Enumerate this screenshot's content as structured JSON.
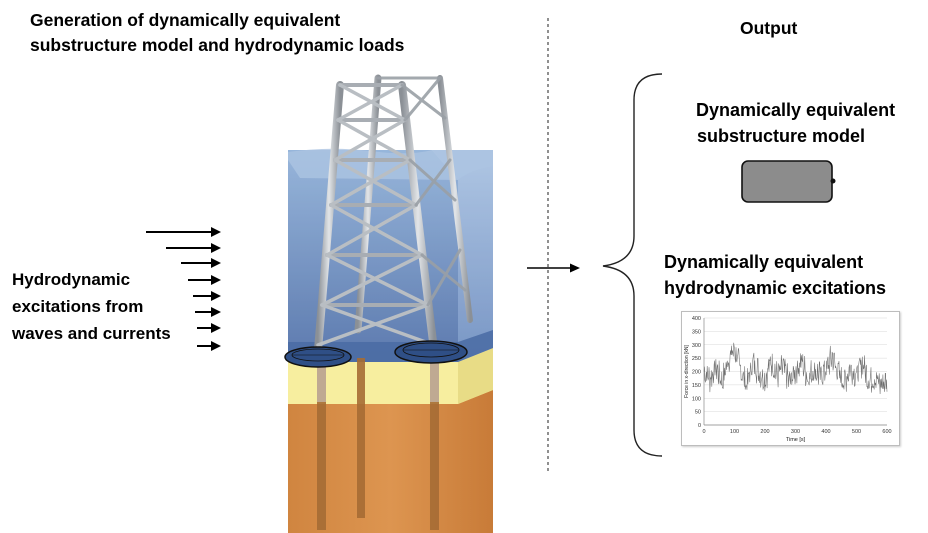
{
  "title": {
    "line1": "Generation of dynamically equivalent",
    "line2": "substructure model and hydrodynamic loads"
  },
  "output_title": "Output",
  "hydro_label": {
    "line1": "Hydrodynamic",
    "line2": "excitations from",
    "line3": "waves and currents"
  },
  "output_items": [
    {
      "line1": "Dynamically equivalent",
      "line2": "substructure model"
    },
    {
      "line1": "Dynamically equivalent",
      "line2": "hydrodynamic excitations"
    }
  ],
  "colors": {
    "water_top": "#8fb0d8",
    "water_bottom": "#4f6fa8",
    "sand": "#f6ec9e",
    "soil": "#d58a42",
    "steel": "#b4b8bd",
    "model_box": "#8c8c8c",
    "signal": "#6e6e6e"
  },
  "chart_data": {
    "type": "line",
    "xlabel": "Time [s]",
    "ylabel": "Force in x-direction [kN]",
    "xlim": [
      0,
      600
    ],
    "ylim": [
      0,
      400
    ],
    "x_ticks": [
      "0",
      "100",
      "200",
      "300",
      "400",
      "500",
      "600"
    ],
    "y_ticks": [
      "0",
      "50",
      "100",
      "150",
      "200",
      "250",
      "300",
      "350",
      "400"
    ],
    "grid": true,
    "series": [
      {
        "x": [
          0,
          20,
          40,
          60,
          80,
          100,
          120,
          140,
          160,
          180,
          200,
          220,
          240,
          260,
          280,
          300,
          320,
          340,
          360,
          380,
          400,
          420,
          440,
          460,
          480,
          500,
          520,
          540,
          560,
          580,
          600
        ],
        "values": [
          200,
          175,
          215,
          160,
          245,
          285,
          205,
          150,
          235,
          200,
          170,
          240,
          185,
          215,
          160,
          200,
          240,
          175,
          205,
          185,
          205,
          255,
          195,
          160,
          215,
          185,
          235,
          165,
          175,
          150,
          165
        ]
      }
    ]
  }
}
